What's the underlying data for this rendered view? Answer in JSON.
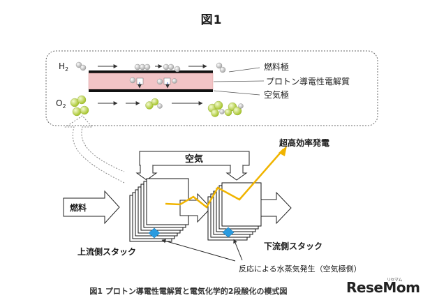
{
  "title": "図1",
  "cell_labels": {
    "h2": "H",
    "h2_sub": "2",
    "o2": "O",
    "o2_sub": "2",
    "fuel_electrode": "燃料極",
    "electrolyte": "プロトン導電性電解質",
    "air_electrode": "空気極"
  },
  "stack_labels": {
    "air": "空気",
    "high_efficiency": "超高効率発電",
    "fuel": "燃料",
    "upstream": "上流側スタック",
    "downstream": "下流側スタック",
    "reaction_note": "反応による水蒸気発生（空気極側）"
  },
  "caption": "図1 プロトン導電性電解質と電気化学的2段酸化の模式図",
  "logo": {
    "text": "ReseMom",
    "sub": "リセマム"
  },
  "colors": {
    "electrolyte": "#f2c4c6",
    "oxygen": "#c8e05a",
    "efficiency_arrow": "#f0b400",
    "steam_marker": "#2a9be0"
  }
}
